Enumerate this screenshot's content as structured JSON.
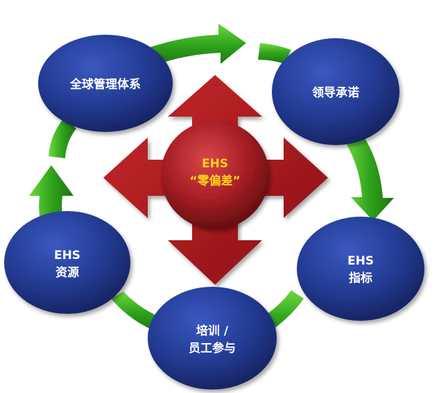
{
  "center": {
    "line1": "EHS",
    "line2": "“零偏差”"
  },
  "nodes": {
    "global_system": {
      "label": "全球管理体系"
    },
    "leadership": {
      "label": "领导承诺"
    },
    "ehs_metrics": {
      "line1": "EHS",
      "line2": "指标"
    },
    "training": {
      "line1": "培训 /",
      "line2": "员工参与"
    },
    "ehs_resources": {
      "line1": "EHS",
      "line2": "资源"
    }
  },
  "colors": {
    "node_fill": "#1f2f7a",
    "center_fill": "#8e1b1e",
    "cross_arrows": "#a3161b",
    "cycle_arrows": "#2fa31c",
    "center_text": "#ffd21a"
  }
}
